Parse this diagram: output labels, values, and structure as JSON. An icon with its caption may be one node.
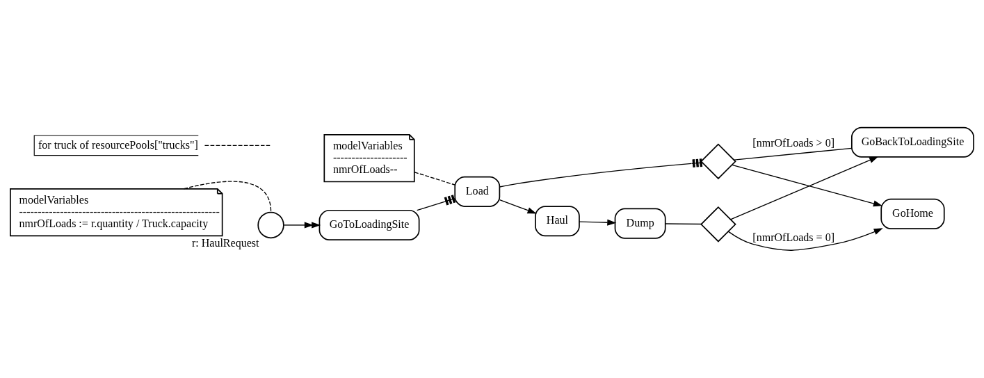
{
  "diagram": {
    "nodes": [
      {
        "text": [
          "modelVariables",
          "------------------------------------------------------",
          "nmrOfLoads := r.quantity / Truck.capacity"
        ]
      },
      {
        "text": [
          "modelVariables",
          "--------------------",
          "nmrOfLoads--"
        ]
      },
      {
        "text": [],
        "shape": "circle",
        "beside": [
          "r: HaulRequest"
        ]
      },
      {
        "text": [
          "GoToLoadingSite"
        ]
      },
      {
        "text": [
          "Load"
        ]
      },
      {
        "text": [
          "Haul"
        ]
      },
      {
        "text": [
          "Dump"
        ]
      },
      {
        "text": [],
        "shape": "diamond"
      },
      {
        "text": [],
        "shape": "diamond"
      },
      {
        "text": [
          "GoBackToLoadingSite"
        ]
      },
      {
        "text": [
          "GoHome"
        ]
      },
      {
        "text": [
          "for truck of resourcePools[\"trucks\"]"
        ]
      }
    ],
    "edges": [
      {
        "from": 0,
        "to": 2,
        "arrow": "none",
        "style": "dashed"
      },
      {
        "from": 1,
        "to": 4,
        "arrow": "none",
        "style": "dashed"
      },
      {
        "from": 2,
        "to": 3,
        "arrow": "to"
      },
      {
        "from": 3,
        "to": 4,
        "arrow": "other"
      },
      {
        "from": 4,
        "to": 5,
        "arrow": "to"
      },
      {
        "from": 5,
        "to": 6,
        "arrow": "to"
      },
      {
        "from": 4,
        "to": 7,
        "arrow": "other"
      },
      {
        "from": 6,
        "to": 8,
        "arrow": "none"
      },
      {
        "from": 7,
        "to": 9,
        "arrow": "none",
        "label": "[nmrOfLoads > 0]"
      },
      {
        "from": 8,
        "to": 9,
        "arrow": "to"
      },
      {
        "from": 8,
        "to": 10,
        "arrow": "to",
        "label": "[nmrOfLoads = 0]"
      },
      {
        "from": 7,
        "to": 10,
        "arrow": "to"
      },
      {
        "from": 11,
        "to": null,
        "arrow": "none",
        "style": "dashed"
      }
    ]
  }
}
